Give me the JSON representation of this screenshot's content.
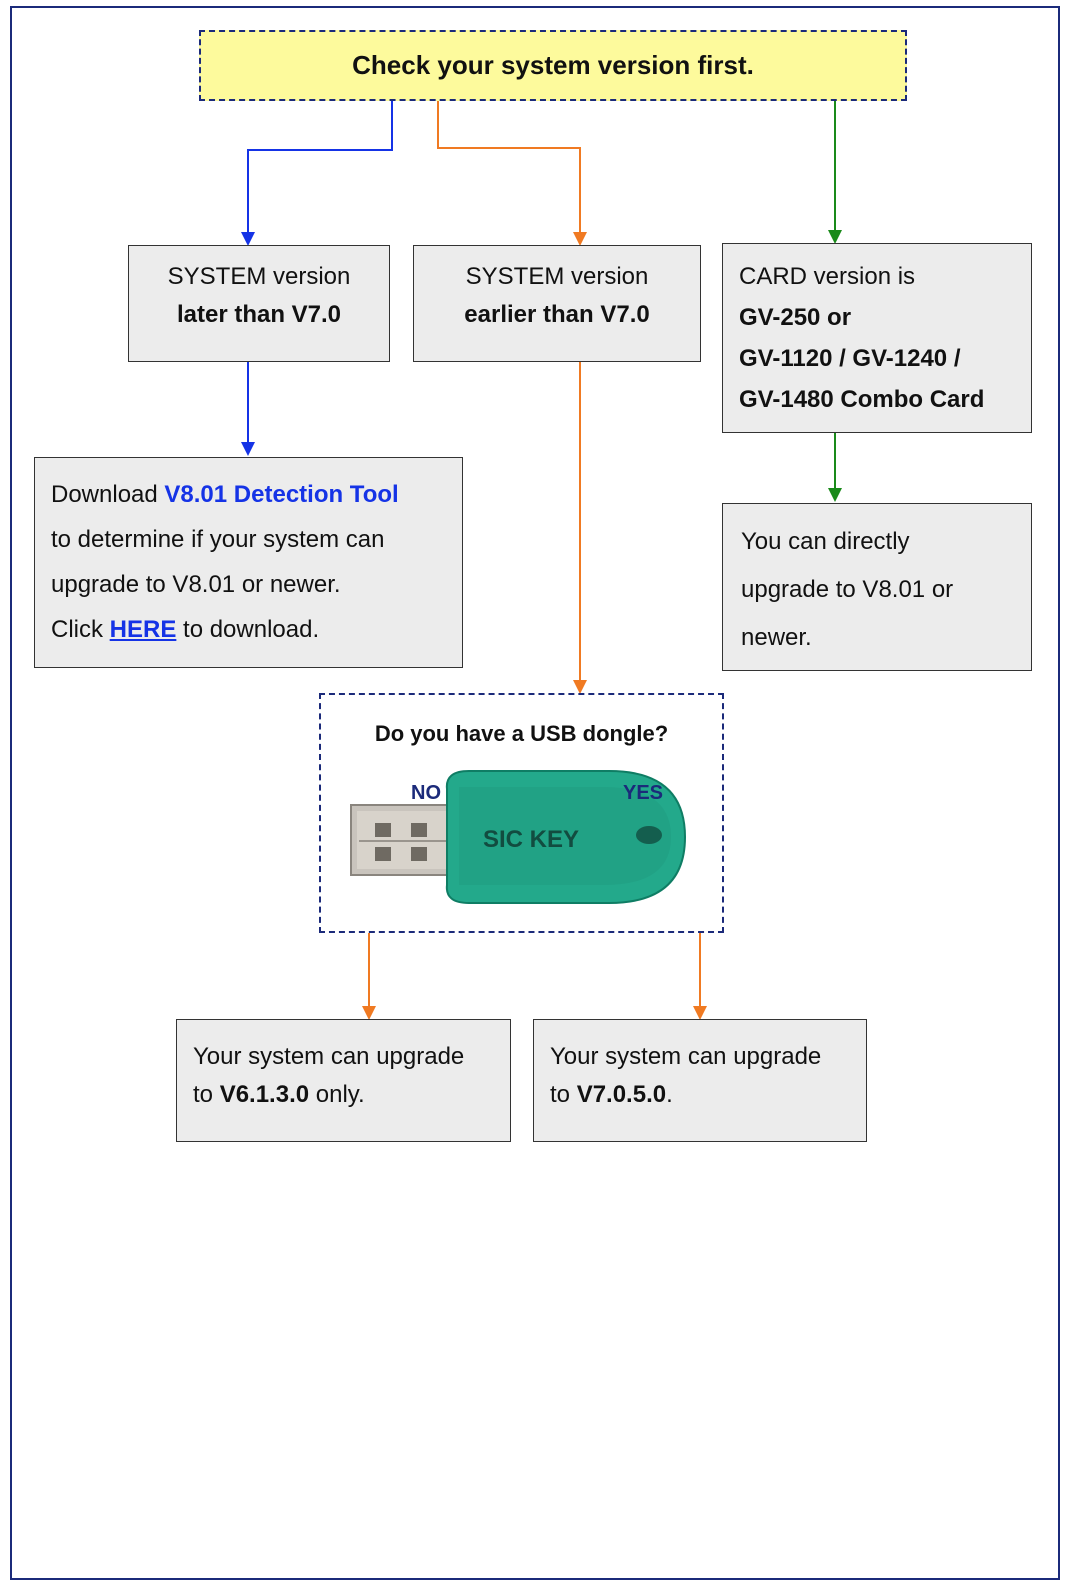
{
  "header": {
    "text": "Check your system version first."
  },
  "box_later": {
    "line1": "SYSTEM version",
    "line2": "later than V7.0"
  },
  "box_earlier": {
    "line1": "SYSTEM version",
    "line2": "earlier than V7.0"
  },
  "box_card": {
    "line1": "CARD version is",
    "line2": "GV-250 or",
    "line3": "GV-1120 / GV-1240 /",
    "line4": "GV-1480 Combo Card"
  },
  "box_download": {
    "l1_prefix": "Download ",
    "l1_highlight": "V8.01 Detection Tool",
    "l2": "to determine if your system can",
    "l3": "upgrade to V8.01 or newer.",
    "l4_prefix": "Click ",
    "l4_link": "HERE",
    "l4_suffix": " to download."
  },
  "box_direct": {
    "l1": "You can directly",
    "l2": "upgrade to V8.01 or",
    "l3": "newer."
  },
  "dongle": {
    "question": "Do you have a USB dongle?",
    "key_label": "SIC KEY"
  },
  "branch_no": "NO",
  "branch_yes": "YES",
  "box_v6": {
    "l1": "Your system can upgrade",
    "l2_prefix": "to ",
    "l2_bold": "V6.1.3.0",
    "l2_suffix": " only."
  },
  "box_v7": {
    "l1": "Your system can upgrade",
    "l2_prefix": "to ",
    "l2_bold": "V7.0.5.0",
    "l2_suffix": "."
  },
  "colors": {
    "blue": "#1533e6",
    "orange": "#f07a22",
    "green": "#1a8a1a",
    "navy": "#1b2a7a",
    "header_bg": "#fdfa9c",
    "box_bg": "#ececec"
  }
}
